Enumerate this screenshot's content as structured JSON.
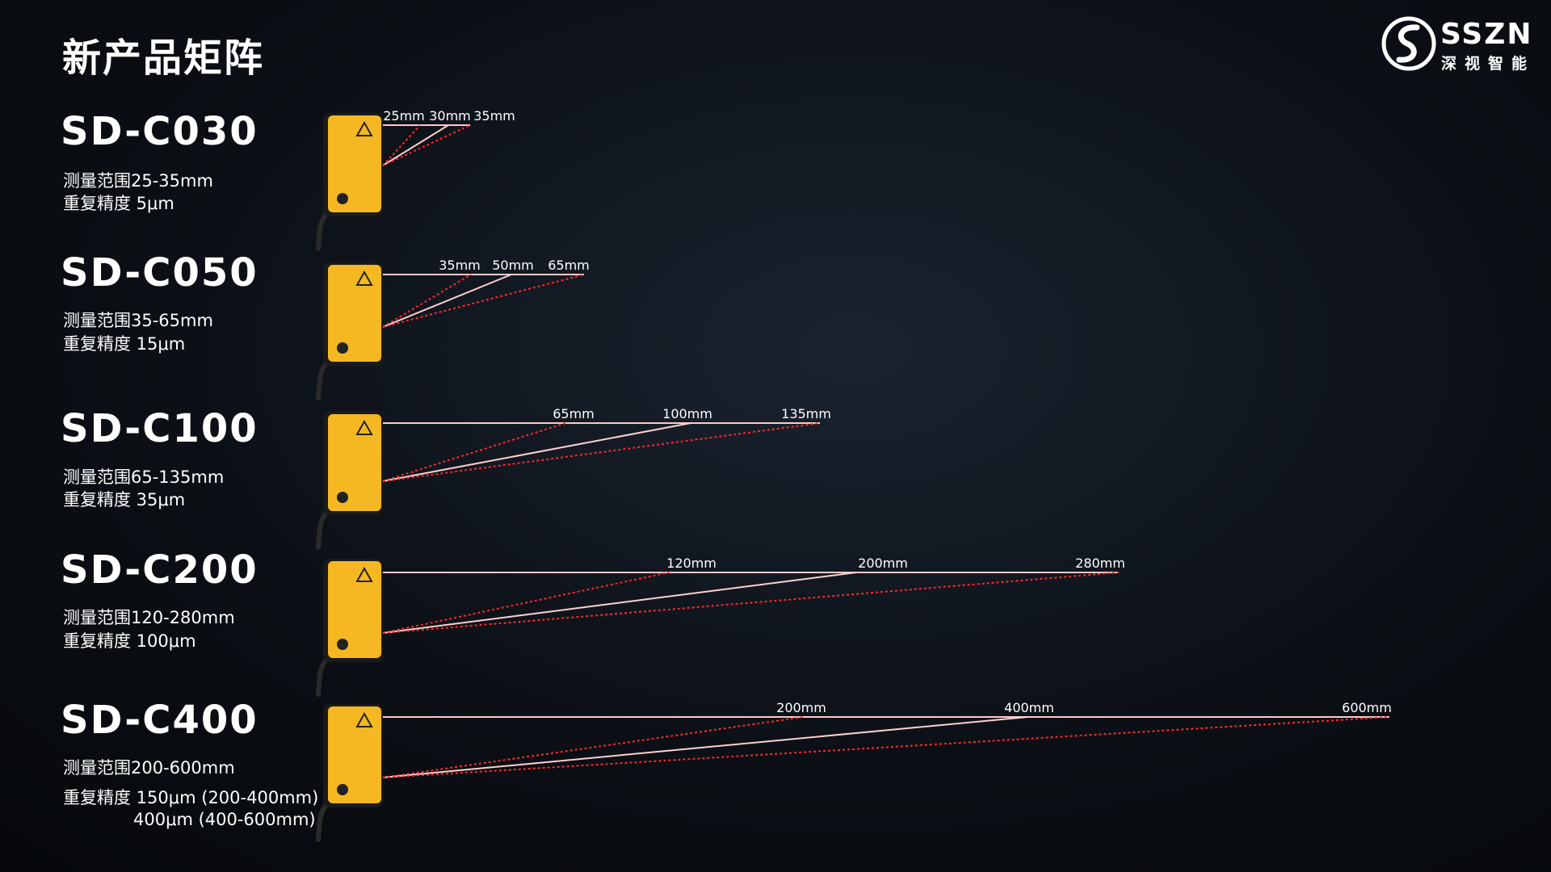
{
  "title": "新产品矩阵",
  "logo": {
    "brand": "SSZN",
    "sub": "深视智能"
  },
  "colors": {
    "laser_red": "#ff2a2a",
    "sensor_yellow": "#f5b822",
    "sensor_dark": "#1b1b1b"
  },
  "products": [
    {
      "model": "SD-C030",
      "range_text": "测量范围25-35mm",
      "precision_text": "重复精度 5μm",
      "precision_extra": "",
      "distances": [
        "25mm",
        "30mm",
        "35mm"
      ]
    },
    {
      "model": "SD-C050",
      "range_text": "测量范围35-65mm",
      "precision_text": "重复精度 15μm",
      "precision_extra": "",
      "distances": [
        "35mm",
        "50mm",
        "65mm"
      ]
    },
    {
      "model": "SD-C100",
      "range_text": "测量范围65-135mm",
      "precision_text": "重复精度 35μm",
      "precision_extra": "",
      "distances": [
        "65mm",
        "100mm",
        "135mm"
      ]
    },
    {
      "model": "SD-C200",
      "range_text": "测量范围120-280mm",
      "precision_text": "重复精度 100μm",
      "precision_extra": "",
      "distances": [
        "120mm",
        "200mm",
        "280mm"
      ]
    },
    {
      "model": "SD-C400",
      "range_text": "测量范围200-600mm",
      "precision_text": "重复精度 150μm (200-400mm)",
      "precision_extra": "400μm (400-600mm)",
      "distances": [
        "200mm",
        "400mm",
        "600mm"
      ]
    }
  ]
}
